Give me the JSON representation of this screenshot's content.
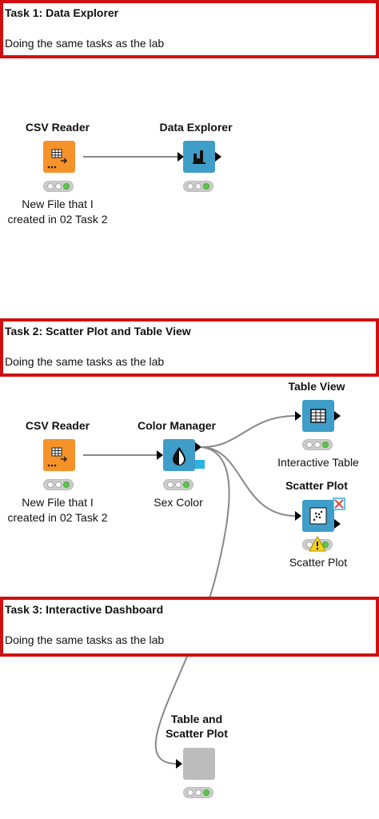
{
  "annotations": [
    {
      "title": "Task 1: Data Explorer",
      "body": "Doing the same tasks as the lab"
    },
    {
      "title": "Task 2: Scatter Plot and Table View",
      "body": "Doing the same tasks as the lab"
    },
    {
      "title": "Task 3: Interactive Dashboard",
      "body": "Doing the same tasks as the lab"
    }
  ],
  "nodes": {
    "csv1": {
      "name": "CSV Reader",
      "label": "New File that I\ncreated in 02 Task 2"
    },
    "explorer": {
      "name": "Data Explorer",
      "label": ""
    },
    "csv2": {
      "name": "CSV Reader",
      "label": "New File that I\ncreated in 02 Task 2"
    },
    "colormgr": {
      "name": "Color Manager",
      "label": "Sex Color"
    },
    "tableview": {
      "name": "Table View",
      "label": "Interactive Table"
    },
    "scatter": {
      "name": "Scatter Plot",
      "label": "Scatter Plot"
    },
    "dashboard": {
      "name": "Table and\nScatter Plot",
      "label": ""
    }
  },
  "colors": {
    "annotation_border": "#d01010",
    "csv_node": "#f5922a",
    "view_node": "#3f9dc9",
    "component_node": "#bcbcbc",
    "status_green": "#5cc84b"
  },
  "icons": [
    "table-icon",
    "data-explorer-icon",
    "color-drop-icon",
    "scatter-icon",
    "warning-icon",
    "error-x-icon"
  ]
}
